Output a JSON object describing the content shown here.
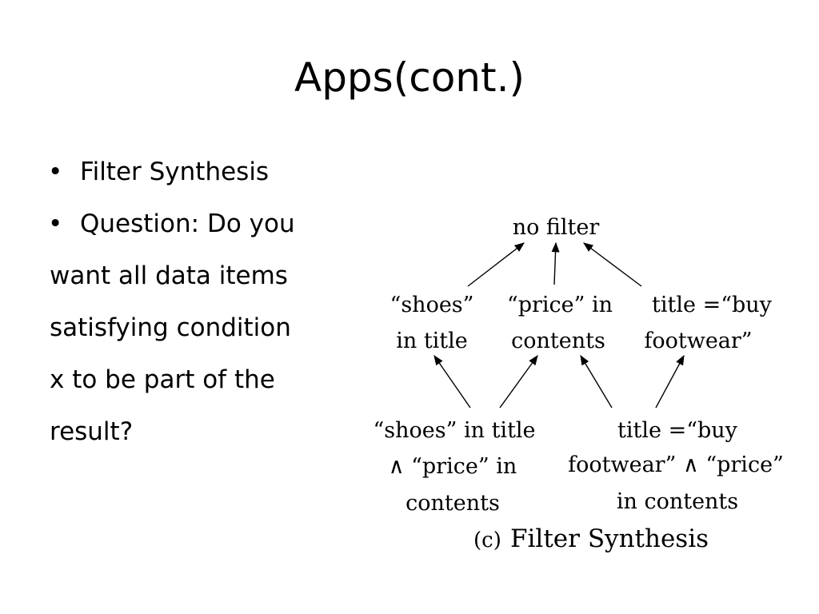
{
  "slide": {
    "title": "Apps(cont.)",
    "bullets": [
      "Filter Synthesis",
      "Question: Do you"
    ],
    "continuation": [
      "want all data items",
      "satisfying condition",
      "x  to be part of the",
      "result?"
    ],
    "bullet_char": "•"
  },
  "diagram": {
    "root": "no filter",
    "level1": [
      [
        "“shoes”",
        "in title"
      ],
      [
        "“price” in",
        "contents"
      ],
      [
        "title =“buy",
        "footwear”"
      ]
    ],
    "level2": [
      [
        "“shoes” in title",
        "∧ “price” in",
        "contents"
      ],
      [
        "title =“buy",
        "footwear” ∧ “price”",
        "in contents"
      ]
    ],
    "edges": [
      [
        "level1.0",
        "root"
      ],
      [
        "level1.1",
        "root"
      ],
      [
        "level1.2",
        "root"
      ],
      [
        "level2.0",
        "level1.0"
      ],
      [
        "level2.0",
        "level1.1"
      ],
      [
        "level2.1",
        "level1.1"
      ],
      [
        "level2.1",
        "level1.2"
      ]
    ],
    "caption": {
      "label": "(c)",
      "text": "Filter Synthesis"
    }
  }
}
